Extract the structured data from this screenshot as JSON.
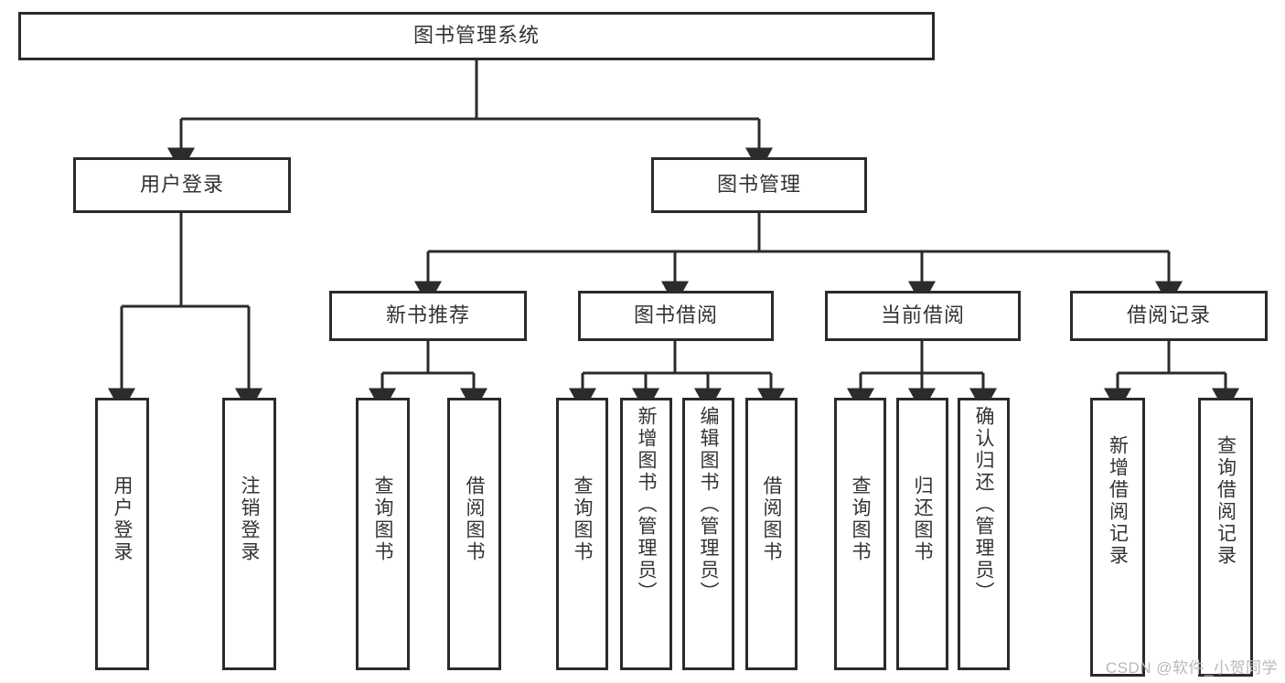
{
  "diagram": {
    "title": "图书管理系统",
    "root": {
      "label": "图书管理系统"
    },
    "level2": [
      {
        "label": "用户登录"
      },
      {
        "label": "图书管理"
      }
    ],
    "level3": [
      {
        "label": "新书推荐"
      },
      {
        "label": "图书借阅"
      },
      {
        "label": "当前借阅"
      },
      {
        "label": "借阅记录"
      }
    ],
    "leaves": [
      {
        "label": "用户登录"
      },
      {
        "label": "注销登录"
      },
      {
        "label": "查询图书"
      },
      {
        "label": "借阅图书"
      },
      {
        "label": "查询图书"
      },
      {
        "label": "新增图书（管理员）"
      },
      {
        "label": "编辑图书（管理员）"
      },
      {
        "label": "借阅图书"
      },
      {
        "label": "查询图书"
      },
      {
        "label": "归还图书"
      },
      {
        "label": "确认归还（管理员）"
      },
      {
        "label": "新增借阅记录"
      },
      {
        "label": "查询借阅记录"
      }
    ],
    "watermark": "CSDN @软件_小贺同学",
    "colors": {
      "border": "#2b2b2b",
      "text": "#333333",
      "background": "#ffffff",
      "watermark": "#b9b9b9"
    }
  }
}
